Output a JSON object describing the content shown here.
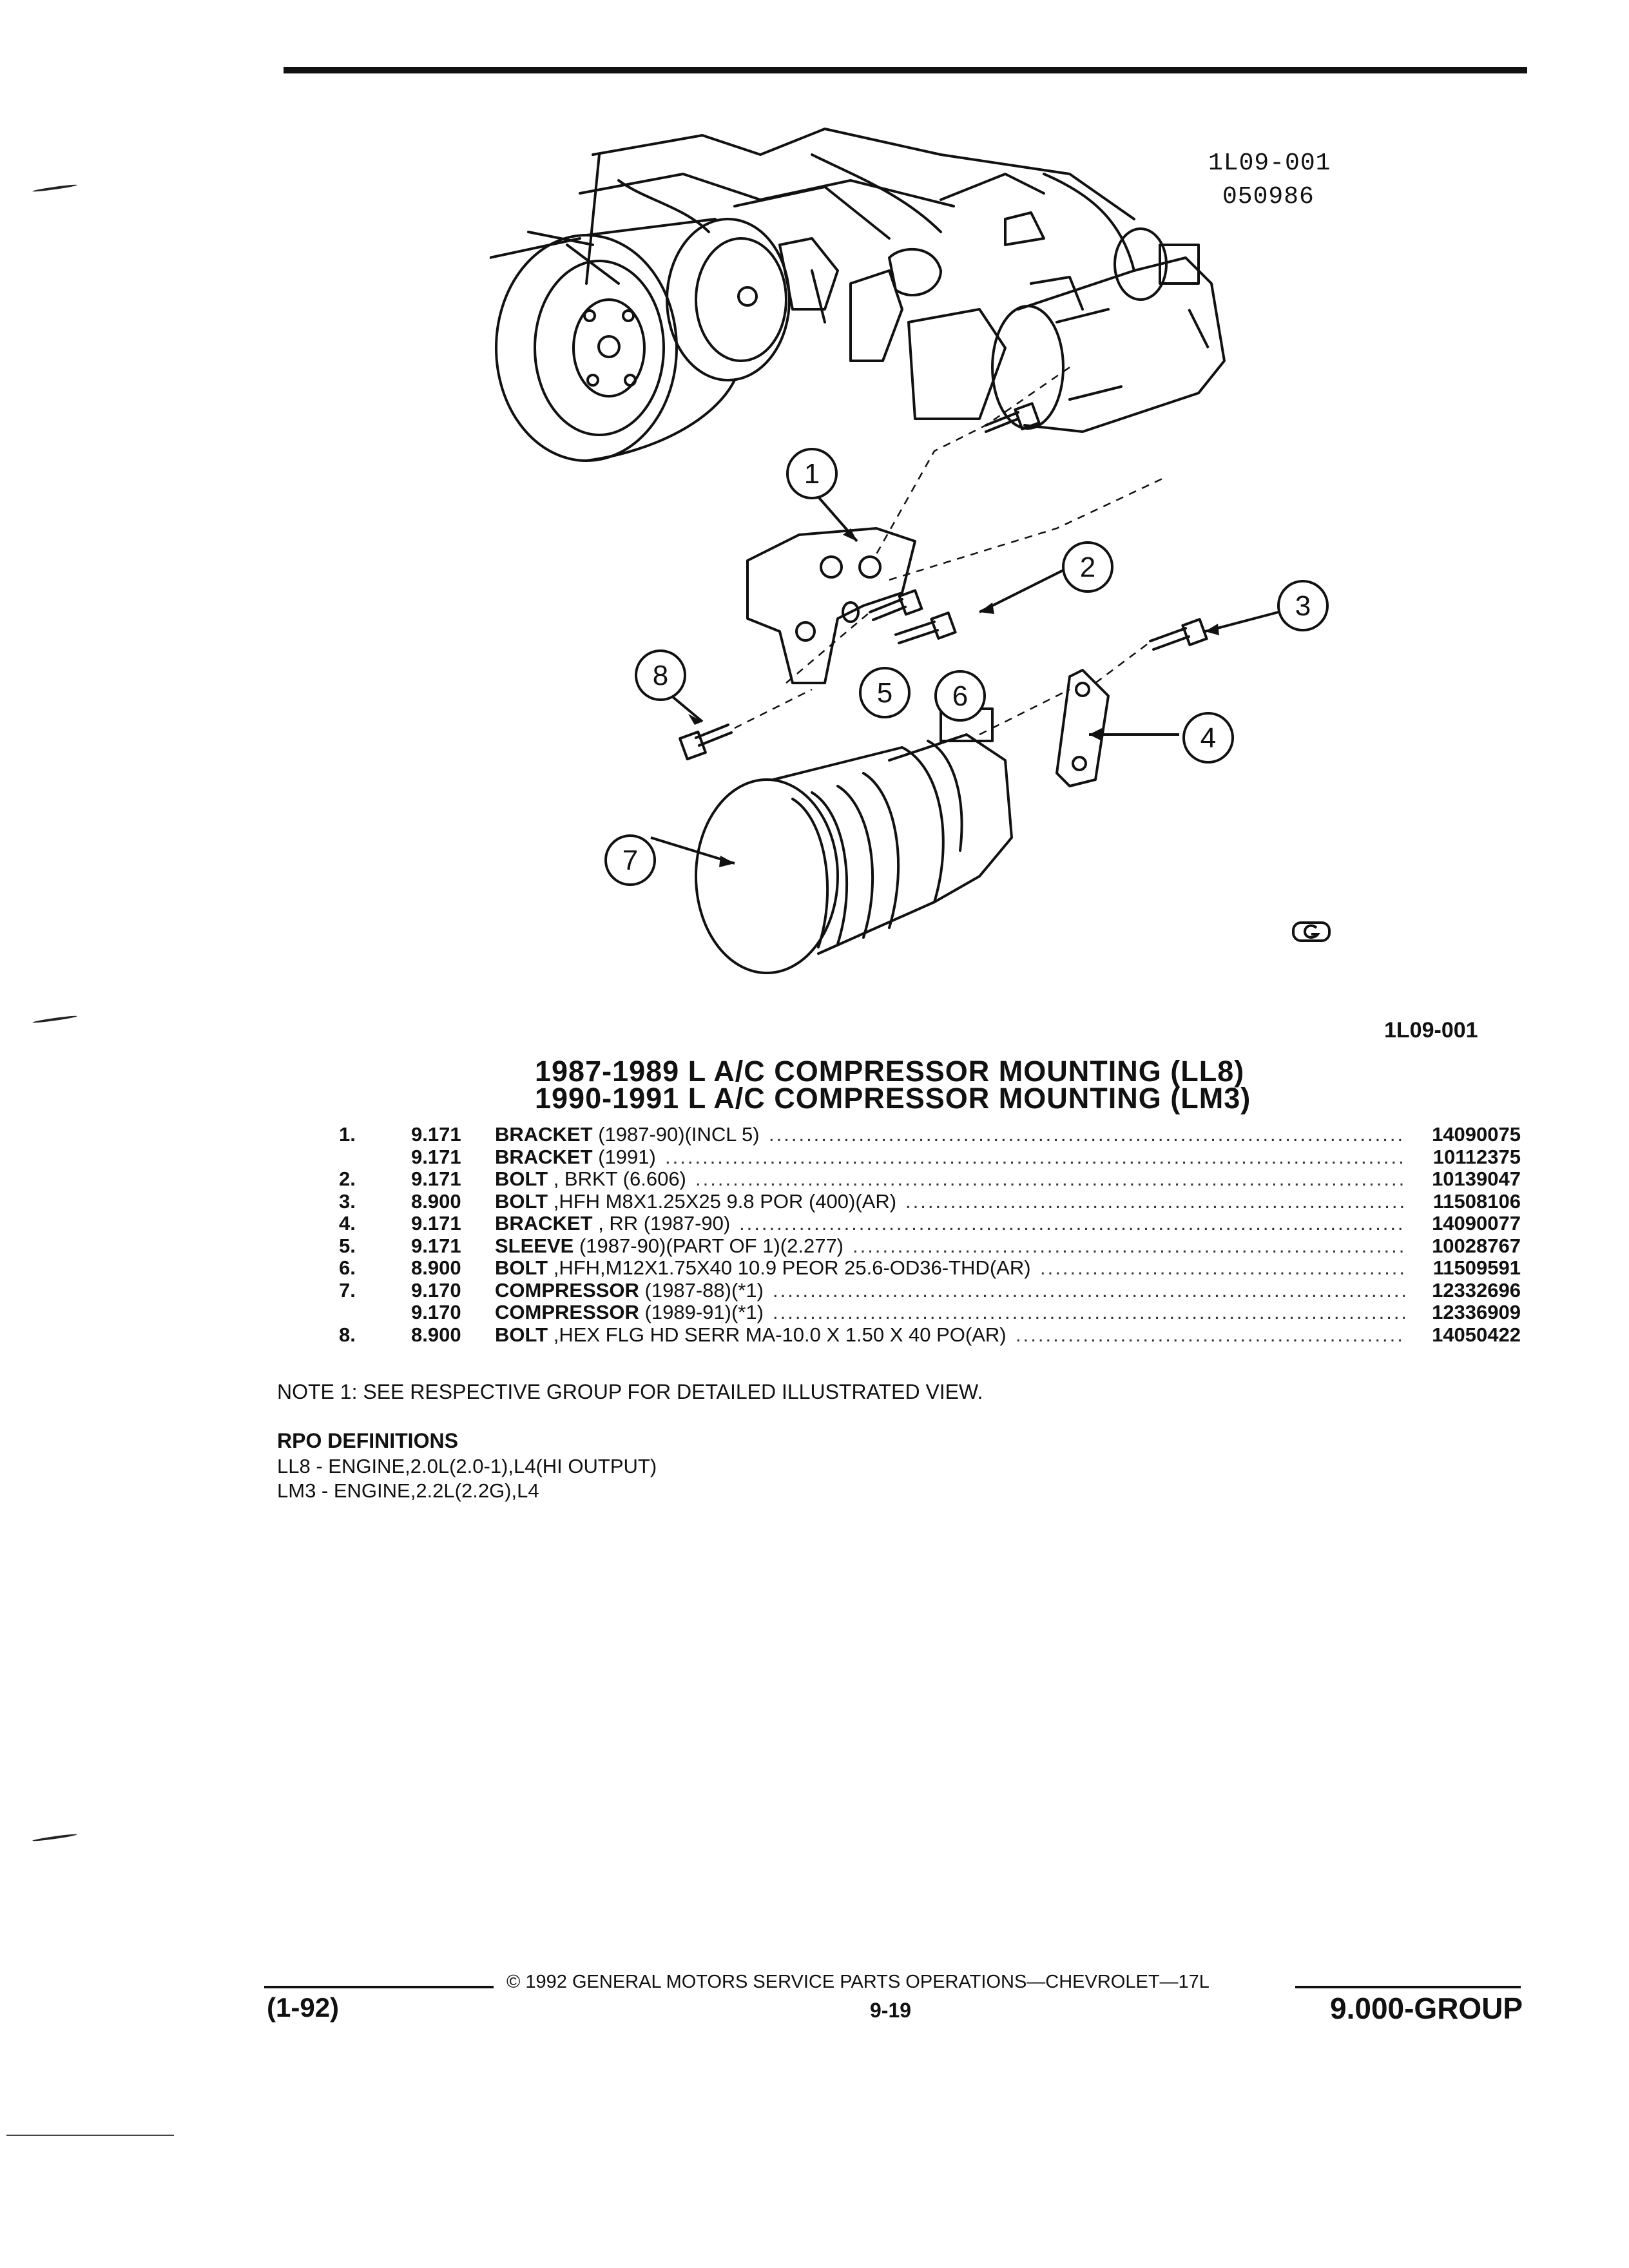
{
  "figure": {
    "code_lines": [
      "1L09-001",
      "050986"
    ],
    "reference": "1L09-001",
    "callouts": [
      "1",
      "2",
      "3",
      "4",
      "5",
      "6",
      "7",
      "8"
    ]
  },
  "title": {
    "line1": "1987-1989 L A/C COMPRESSOR MOUNTING (LL8)",
    "line2": "1990-1991 L A/C COMPRESSOR MOUNTING (LM3)"
  },
  "parts": [
    {
      "num": "1.",
      "group": "9.171",
      "name": "BRACKET",
      "qual": "(1987-90)(INCL 5)",
      "pn": "14090075"
    },
    {
      "num": "",
      "group": "9.171",
      "name": "BRACKET",
      "qual": "(1991)",
      "pn": "10112375"
    },
    {
      "num": "2.",
      "group": "9.171",
      "name": "BOLT",
      "qual": ", BRKT (6.606)",
      "pn": "10139047"
    },
    {
      "num": "3.",
      "group": "8.900",
      "name": "BOLT",
      "qual": ",HFH M8X1.25X25 9.8 POR (400)(AR)",
      "pn": "11508106"
    },
    {
      "num": "4.",
      "group": "9.171",
      "name": "BRACKET",
      "qual": ", RR (1987-90)",
      "pn": "14090077"
    },
    {
      "num": "5.",
      "group": "9.171",
      "name": "SLEEVE",
      "qual": "(1987-90)(PART OF 1)(2.277)",
      "pn": "10028767"
    },
    {
      "num": "6.",
      "group": "8.900",
      "name": "BOLT",
      "qual": ",HFH,M12X1.75X40 10.9 PEOR 25.6-OD36-THD(AR)",
      "pn": "11509591"
    },
    {
      "num": "7.",
      "group": "9.170",
      "name": "COMPRESSOR",
      "qual": "(1987-88)(*1)",
      "pn": "12332696"
    },
    {
      "num": "",
      "group": "9.170",
      "name": "COMPRESSOR",
      "qual": "(1989-91)(*1)",
      "pn": "12336909"
    },
    {
      "num": "8.",
      "group": "8.900",
      "name": "BOLT",
      "qual": ",HEX FLG HD SERR MA-10.0 X 1.50 X 40 PO(AR)",
      "pn": "14050422"
    }
  ],
  "note": "NOTE 1: SEE RESPECTIVE GROUP FOR DETAILED ILLUSTRATED VIEW.",
  "rpo": {
    "heading": "RPO DEFINITIONS",
    "lines": [
      "LL8 - ENGINE,2.0L(2.0-1),L4(HI OUTPUT)",
      "LM3 - ENGINE,2.2L(2.2G),L4"
    ]
  },
  "footer": {
    "copyright": "© 1992 GENERAL MOTORS SERVICE PARTS OPERATIONS—CHEVROLET—17L",
    "page": "9-19",
    "edition": "(1-92)",
    "group": "9.000-GROUP"
  }
}
